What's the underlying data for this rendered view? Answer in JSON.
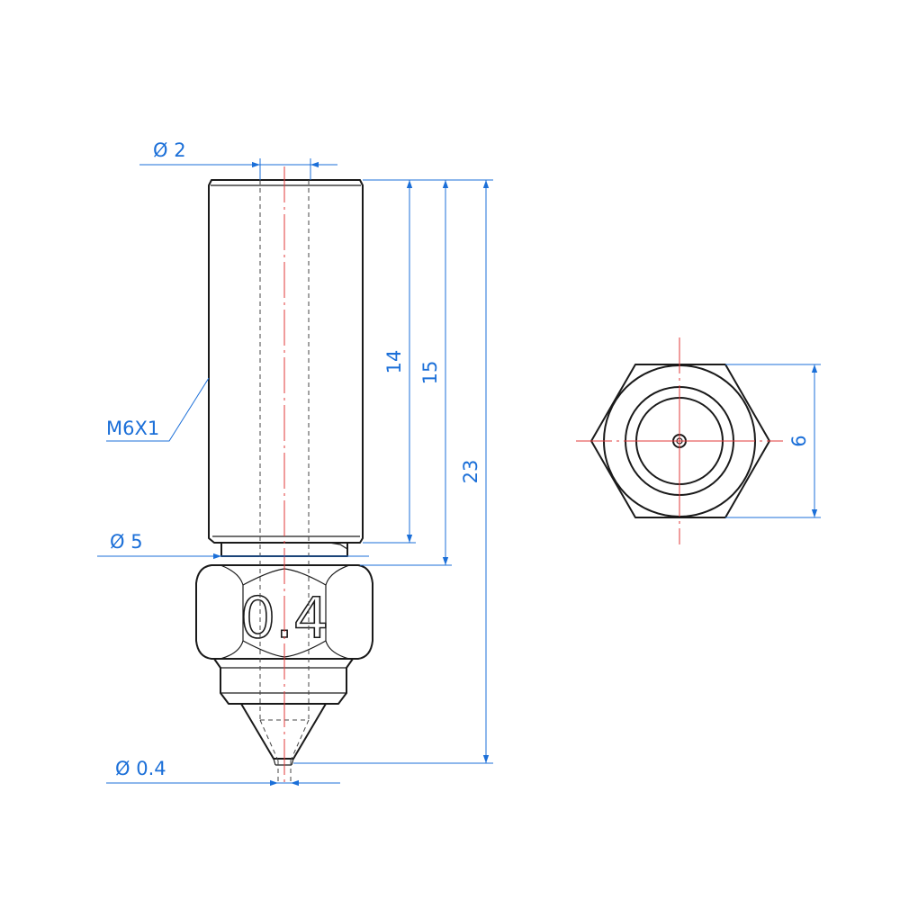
{
  "dimensions": {
    "bore_diameter": "Ø 2",
    "thread": "M6X1",
    "shoulder_diameter": "Ø 5",
    "orifice_diameter": "Ø 0.4",
    "thread_length": "14",
    "length_to_hex": "15",
    "overall_length": "23",
    "hex_across_flats": "6"
  },
  "engraving": "0.4",
  "colors": {
    "outline": "#1a1a1a",
    "dimension": "#1b6fd8",
    "centerline": "#e23a3a"
  }
}
